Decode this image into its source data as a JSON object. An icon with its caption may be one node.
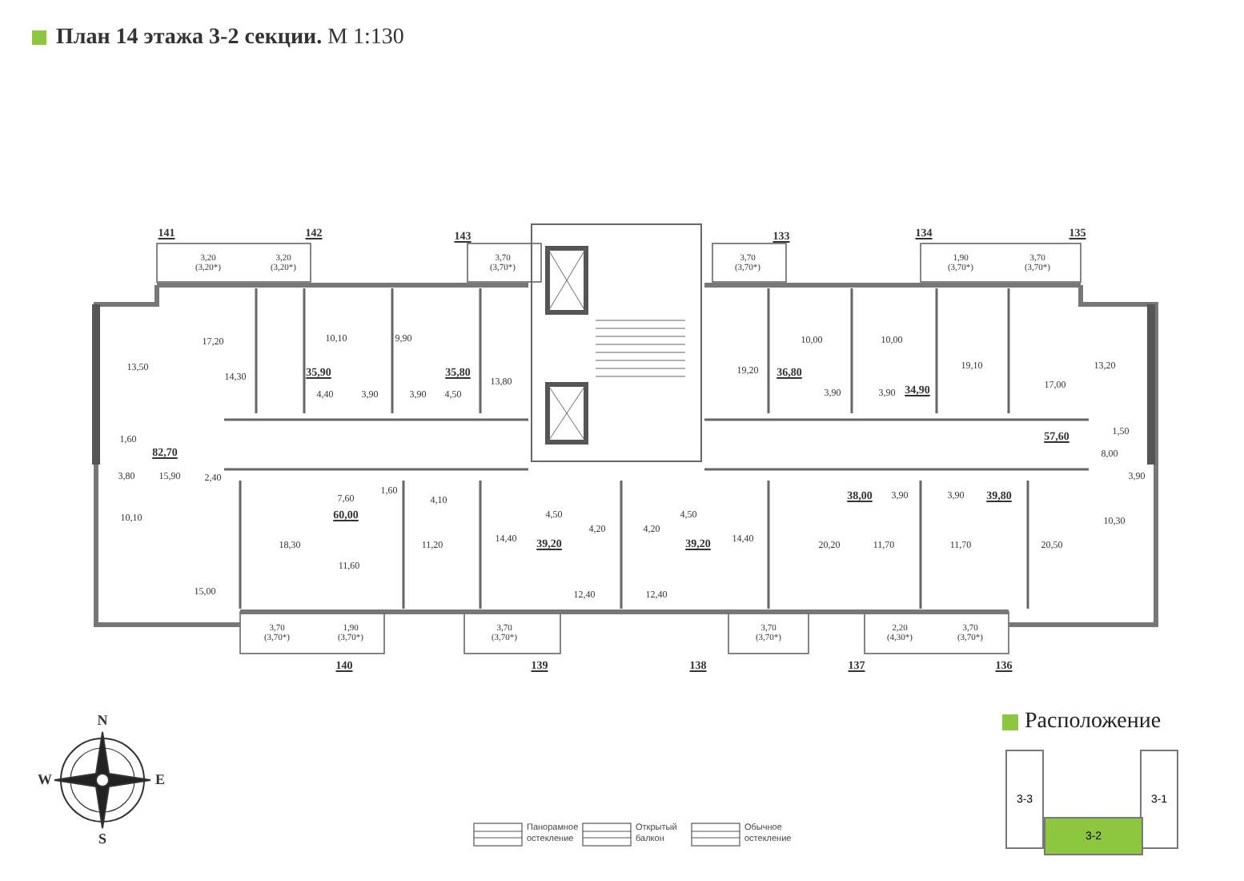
{
  "diagram": {
    "title": "**План 14 этажа 3-2 секции.** М 1:130",
    "nodes": [
      {
        "text": [
          "3-3"
        ]
      },
      {
        "text": [
          "3-1"
        ]
      },
      {
        "text": [
          "3-2"
        ]
      }
    ],
    "labels": [
      "141",
      "142",
      "143",
      "133",
      "134",
      "135",
      "3,20 (3,20*)",
      "3,20 (3,20*)",
      "3,70 (3,70*)",
      "3,70 (3,70*)",
      "1,90 (3,70*)",
      "3,70 (3,70*)",
      "17,20",
      "10,10",
      "9,90",
      "10,00",
      "10,00",
      "13,50",
      "14,30",
      "35,90",
      "35,80",
      "13,80",
      "19,20",
      "36,80",
      "34,90",
      "19,10",
      "17,00",
      "13,20",
      "4,40",
      "3,90",
      "3,90",
      "4,50",
      "3,90",
      "3,90",
      "1,60",
      "82,70",
      "57,60",
      "1,50",
      "8,00",
      "3,80",
      "15,90",
      "2,40",
      "3,90",
      "7,60",
      "1,60",
      "4,10",
      "38,00",
      "3,90",
      "3,90",
      "39,80",
      "10,10",
      "60,00",
      "4,50",
      "4,50",
      "10,30",
      "4,20",
      "4,20",
      "18,30",
      "11,20",
      "14,40",
      "39,20",
      "39,20",
      "14,40",
      "20,20",
      "11,70",
      "11,70",
      "20,50",
      "11,60",
      "15,00",
      "12,40",
      "12,40",
      "3,70 (3,70*)",
      "1,90 (3,70*)",
      "3,70 (3,70*)",
      "3,70 (3,70*)",
      "2,20 (4,30*)",
      "3,70 (3,70*)",
      "140",
      "139",
      "138",
      "137",
      "136",
      "N",
      "Расположение",
      "W",
      "E",
      "S"
    ],
    "legend": [
      {
        "text": "Панорамное остекление"
      },
      {
        "text": "Открытый балкон"
      },
      {
        "text": "Обычное остекление"
      }
    ]
  }
}
